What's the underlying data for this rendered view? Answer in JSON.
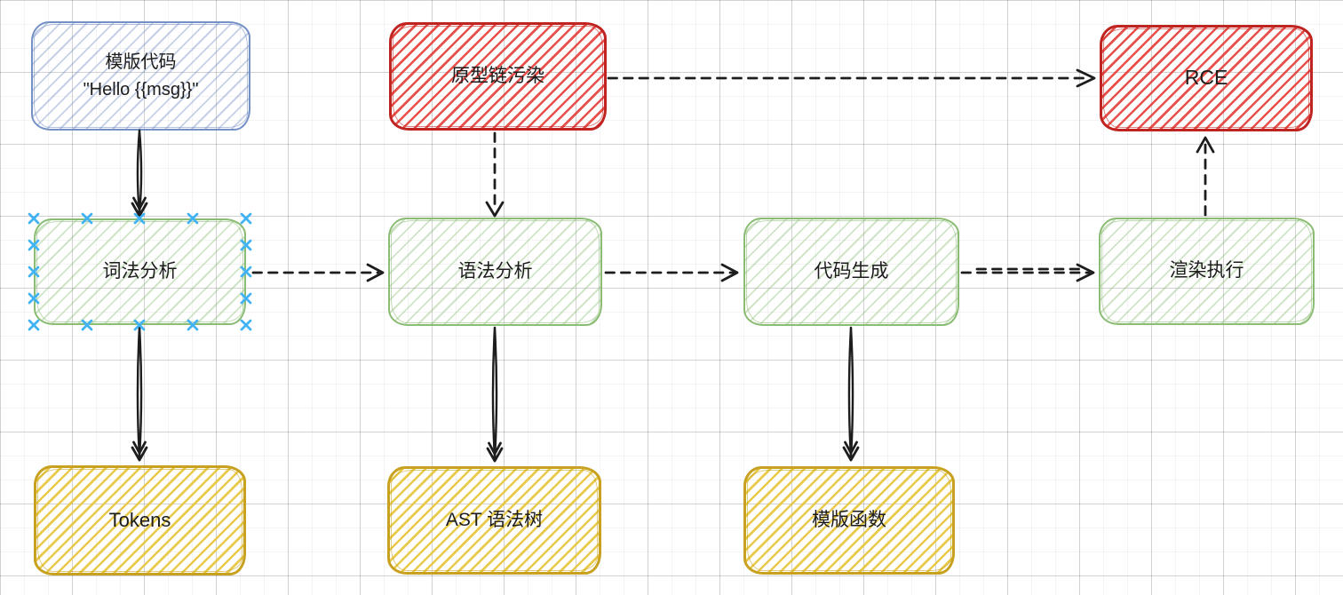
{
  "nodes": {
    "template_code": {
      "line1": "模版代码",
      "line2": "\"Hello {{msg}}\"",
      "color": "blue"
    },
    "prototype_pollution": {
      "label": "原型链污染",
      "color": "red"
    },
    "rce": {
      "label": "RCE",
      "color": "red"
    },
    "lexical_analysis": {
      "label": "词法分析",
      "color": "green",
      "selected": true
    },
    "syntax_analysis": {
      "label": "语法分析",
      "color": "green"
    },
    "code_generation": {
      "label": "代码生成",
      "color": "green"
    },
    "render_execution": {
      "label": "渲染执行",
      "color": "green"
    },
    "tokens": {
      "label": "Tokens",
      "color": "yellow"
    },
    "ast": {
      "label": "AST 语法树",
      "color": "yellow"
    },
    "template_function": {
      "label": "模版函数",
      "color": "yellow"
    }
  },
  "edges": [
    {
      "from": "模版代码 \"Hello {{msg}}\"",
      "to": "词法分析",
      "style": "solid",
      "direction": "down"
    },
    {
      "from": "原型链污染",
      "to": "RCE",
      "style": "dashed",
      "direction": "right"
    },
    {
      "from": "原型链污染",
      "to": "语法分析",
      "style": "dashed",
      "direction": "down"
    },
    {
      "from": "词法分析",
      "to": "语法分析",
      "style": "dashed",
      "direction": "right"
    },
    {
      "from": "语法分析",
      "to": "代码生成",
      "style": "dashed",
      "direction": "right"
    },
    {
      "from": "代码生成",
      "to": "渲染执行",
      "style": "dashed-double",
      "direction": "right"
    },
    {
      "from": "渲染执行",
      "to": "RCE",
      "style": "dashed",
      "direction": "up"
    },
    {
      "from": "词法分析",
      "to": "Tokens",
      "style": "solid",
      "direction": "down"
    },
    {
      "from": "语法分析",
      "to": "AST 语法树",
      "style": "solid",
      "direction": "down"
    },
    {
      "from": "代码生成",
      "to": "模版函数",
      "style": "solid",
      "direction": "down"
    }
  ],
  "selection": {
    "selected_node": "词法分析",
    "handle_color": "#41b2f3",
    "handle_count": 16
  },
  "colors": {
    "blue_stroke": "#7590c5",
    "red_stroke": "#c02421",
    "green_stroke": "#8abc74",
    "yellow_stroke": "#c7a11f",
    "arrow": "#1d1d1d",
    "background": "#ffffff",
    "grid_major": "#d6d6d6",
    "grid_minor": "#f1f1f1"
  }
}
